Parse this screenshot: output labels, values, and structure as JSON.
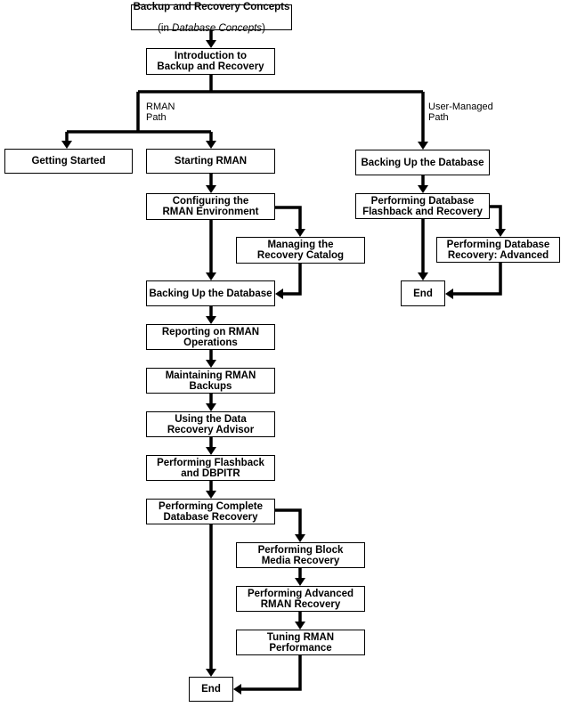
{
  "root": {
    "line1": "Backup and Recovery Concepts",
    "line2_prefix": "(in ",
    "line2_italic": "Database Concepts",
    "line2_suffix": ")"
  },
  "nodes": {
    "intro": "Introduction to\nBackup and Recovery",
    "getting_started": "Getting Started",
    "starting_rman": "Starting RMAN",
    "configuring": "Configuring the\nRMAN Environment",
    "managing_catalog": "Managing the\nRecovery Catalog",
    "backing_up_rman": "Backing Up the Database",
    "reporting": "Reporting on RMAN\nOperations",
    "maintaining": "Maintaining RMAN\nBackups",
    "data_recovery_advisor": "Using the Data\nRecovery Advisor",
    "flashback_dbpitr": "Performing Flashback\nand DBPITR",
    "complete_recovery": "Performing Complete\nDatabase Recovery",
    "block_media": "Performing Block\nMedia Recovery",
    "advanced_rman": "Performing Advanced\nRMAN Recovery",
    "tuning": "Tuning RMAN\nPerformance",
    "end_rman": "End",
    "backing_up_user": "Backing Up the Database",
    "flashback_recovery_user": "Performing Database\nFlashback and Recovery",
    "recovery_advanced_user": "Performing Database\nRecovery: Advanced",
    "end_user": "End"
  },
  "paths": {
    "rman": "RMAN\nPath",
    "user_managed": "User-Managed\nPath"
  }
}
